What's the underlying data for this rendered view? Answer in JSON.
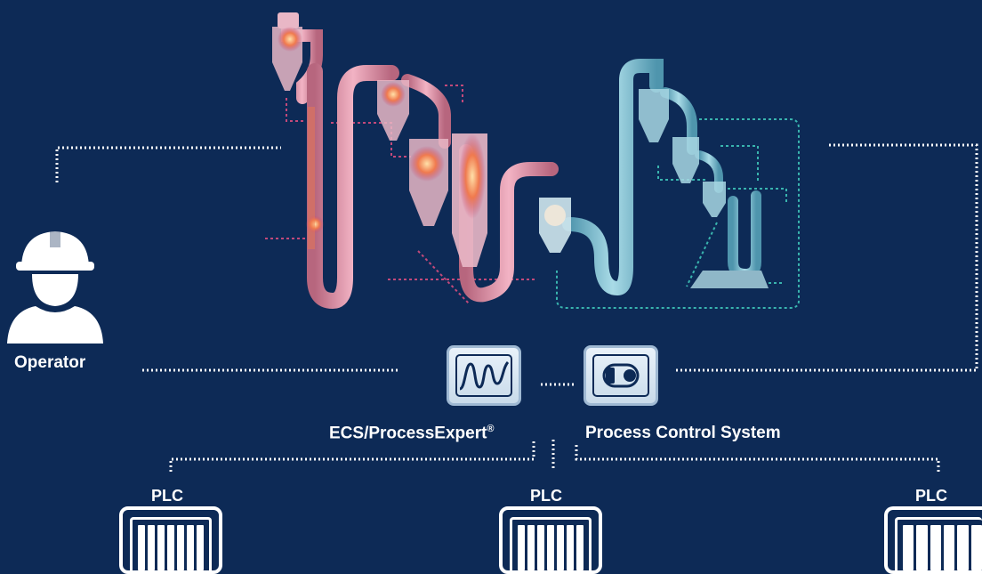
{
  "operator": {
    "label": "Operator"
  },
  "ecs": {
    "label": "ECS/ProcessExpert",
    "trademark": "®"
  },
  "pcs": {
    "label": "Process Control System"
  },
  "plcs": [
    {
      "label": "PLC"
    },
    {
      "label": "PLC"
    },
    {
      "label": "PLC"
    }
  ],
  "colors": {
    "background": "#0d2a56",
    "connector": "#ffffff",
    "plant_hot": "#e88aa6",
    "plant_cool": "#79c3d6",
    "link_pink": "#c2497a",
    "link_teal": "#39b4ae"
  }
}
